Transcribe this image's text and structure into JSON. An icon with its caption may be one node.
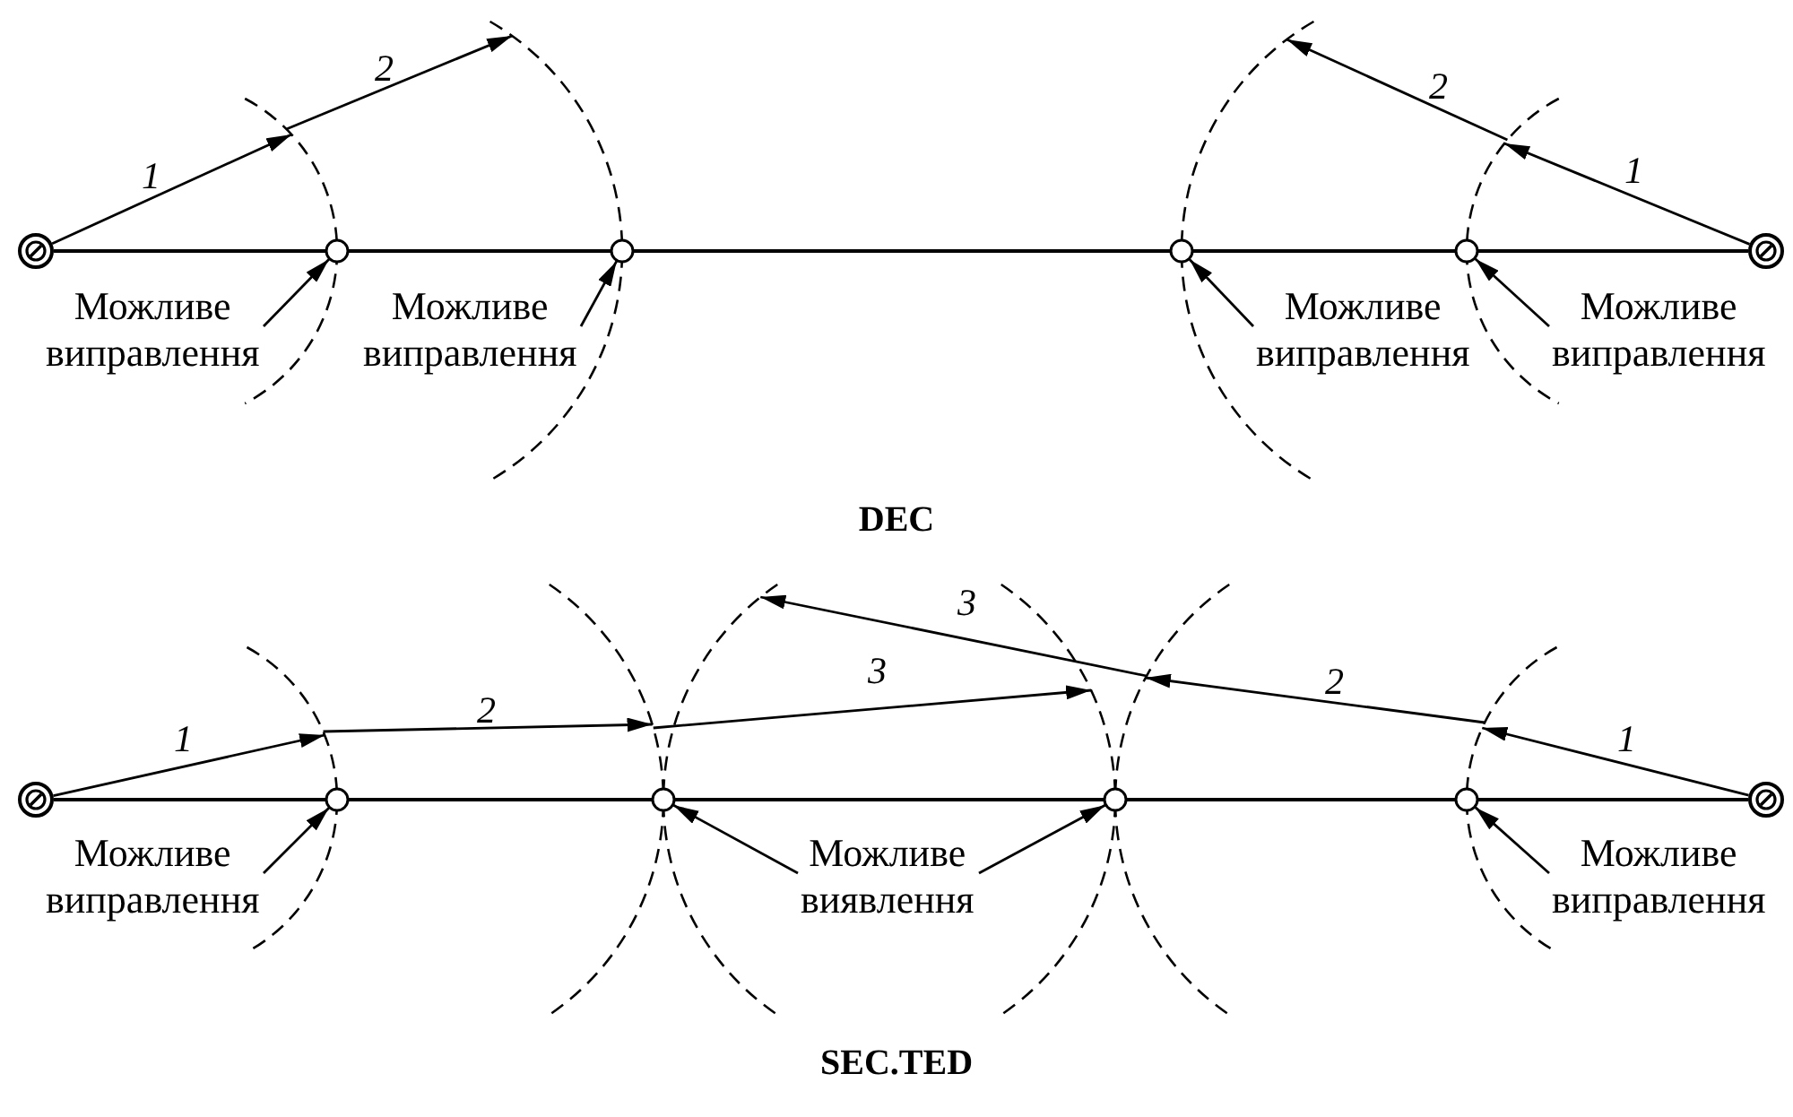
{
  "diagram": {
    "nodes": [
      {
        "text": [],
        "shape": "circle"
      },
      {
        "text": [],
        "shape": "circle"
      },
      {
        "text": [],
        "shape": "circle"
      },
      {
        "text": [],
        "shape": "circle"
      },
      {
        "text": [],
        "shape": "circle"
      },
      {
        "text": [],
        "shape": "circle"
      },
      {
        "text": [
          "Можливе виправлення"
        ]
      },
      {
        "text": [
          "Можливе виправлення"
        ]
      },
      {
        "text": [
          "Можливе виправлення"
        ]
      },
      {
        "text": [
          "Можливе виправлення"
        ]
      },
      {
        "text": [],
        "shape": "circle"
      },
      {
        "text": [],
        "shape": "circle"
      },
      {
        "text": [],
        "shape": "circle"
      },
      {
        "text": [],
        "shape": "circle"
      },
      {
        "text": [],
        "shape": "circle"
      },
      {
        "text": [],
        "shape": "circle"
      },
      {
        "text": [
          "Можливе виправлення"
        ]
      },
      {
        "text": [
          "Можливе виявлення"
        ]
      },
      {
        "text": [
          "Можливе виправлення"
        ]
      }
    ],
    "edges": [
      {
        "from": 0,
        "to": null,
        "arrow": "to",
        "label": "1"
      },
      {
        "from": 5,
        "to": null,
        "arrow": "to",
        "label": "1"
      },
      {
        "from": 0,
        "to": 1,
        "arrow": "none"
      },
      {
        "from": 1,
        "to": 2,
        "arrow": "none"
      },
      {
        "from": 2,
        "to": 3,
        "arrow": "none"
      },
      {
        "from": 3,
        "to": 4,
        "arrow": "none"
      },
      {
        "from": 4,
        "to": 5,
        "arrow": "none"
      },
      {
        "from": 6,
        "to": 1,
        "arrow": "to"
      },
      {
        "from": 7,
        "to": 2,
        "arrow": "to"
      },
      {
        "from": 8,
        "to": 3,
        "arrow": "to"
      },
      {
        "from": 9,
        "to": 4,
        "arrow": "to"
      },
      {
        "from": 10,
        "to": null,
        "arrow": "to",
        "label": "1"
      },
      {
        "from": 15,
        "to": null,
        "arrow": "to",
        "label": "1"
      },
      {
        "from": 10,
        "to": 11,
        "arrow": "none"
      },
      {
        "from": 11,
        "to": 12,
        "arrow": "none"
      },
      {
        "from": 12,
        "to": 13,
        "arrow": "none"
      },
      {
        "from": 13,
        "to": 14,
        "arrow": "none"
      },
      {
        "from": 14,
        "to": 15,
        "arrow": "none"
      },
      {
        "from": 16,
        "to": 11,
        "arrow": "to"
      },
      {
        "from": 17,
        "to": 12,
        "arrow": "to"
      },
      {
        "from": 17,
        "to": 13,
        "arrow": "to"
      },
      {
        "from": 18,
        "to": 14,
        "arrow": "to"
      }
    ],
    "labels": [
      "2",
      "2",
      "DEC",
      "3",
      "3",
      "2",
      "2",
      "SEC.TED"
    ]
  }
}
